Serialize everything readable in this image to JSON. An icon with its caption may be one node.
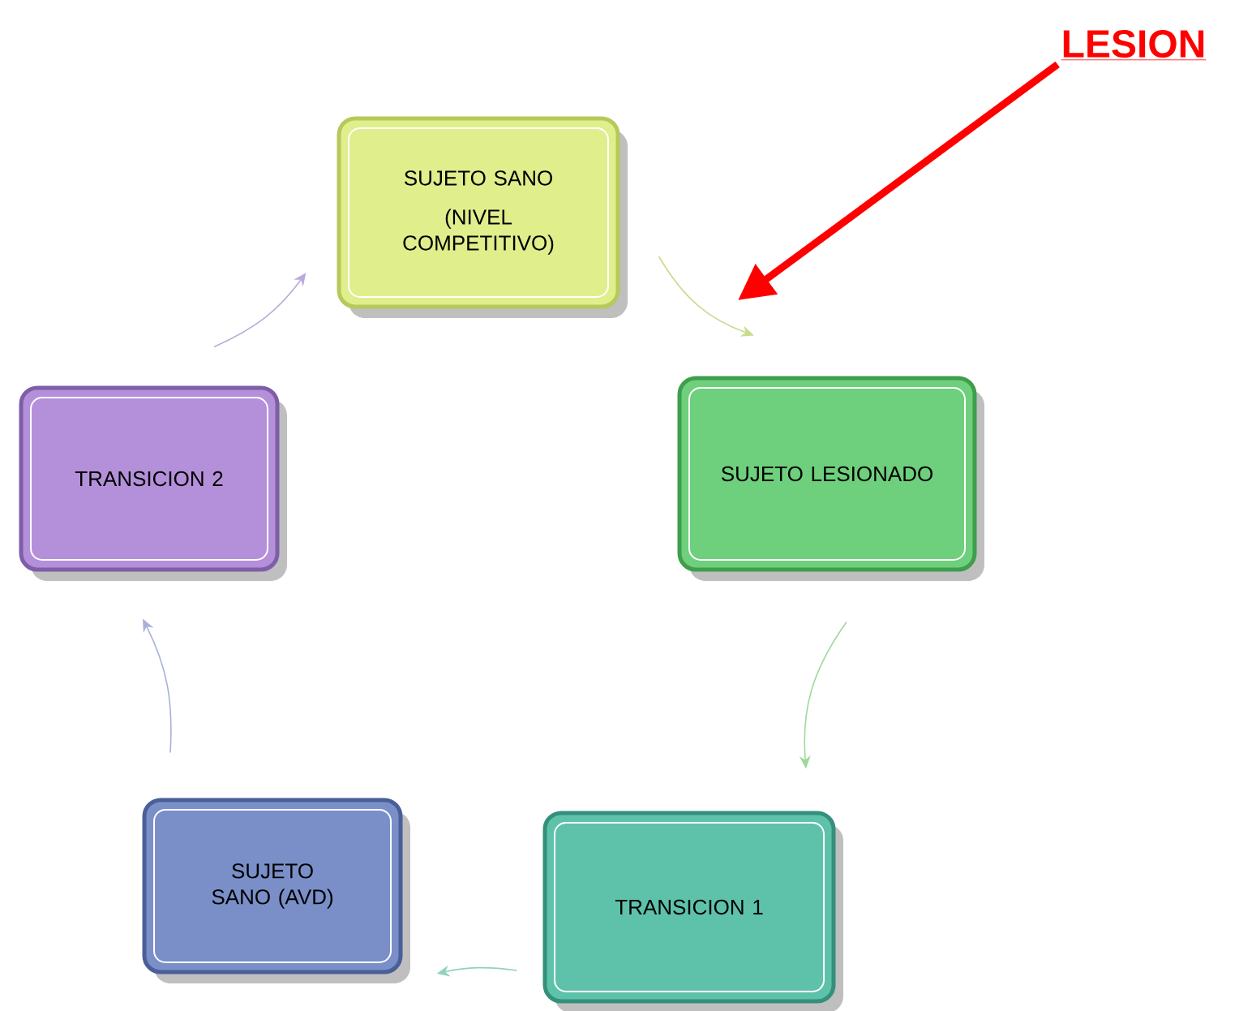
{
  "diagram": {
    "nodes": [
      {
        "text": [
          "SUJETO SANO",
          "(NIVEL COMPETITIVO)"
        ]
      },
      {
        "text": [
          "SUJETO LESIONADO"
        ]
      },
      {
        "text": [
          "TRANSICION 1"
        ]
      },
      {
        "text": [
          "SUJETO SANO (AVD)"
        ]
      },
      {
        "text": [
          "TRANSICION 2"
        ]
      },
      {
        "text": [
          "LESION"
        ]
      }
    ],
    "edges": [
      {
        "from": 0,
        "to": 1,
        "arrow": "to",
        "color": "#c9dc8c"
      },
      {
        "from": 1,
        "to": 2,
        "arrow": "to",
        "color": "#9fd89f"
      },
      {
        "from": 2,
        "to": 3,
        "arrow": "to",
        "color": "#92d2bc"
      },
      {
        "from": 3,
        "to": 4,
        "arrow": "to",
        "color": "#a9b1d9"
      },
      {
        "from": 4,
        "to": 0,
        "arrow": "to",
        "color": "#baaad9"
      },
      {
        "from": 5,
        "to": null,
        "arrow": "to",
        "style": "thick",
        "color": "#ff0000"
      }
    ]
  }
}
